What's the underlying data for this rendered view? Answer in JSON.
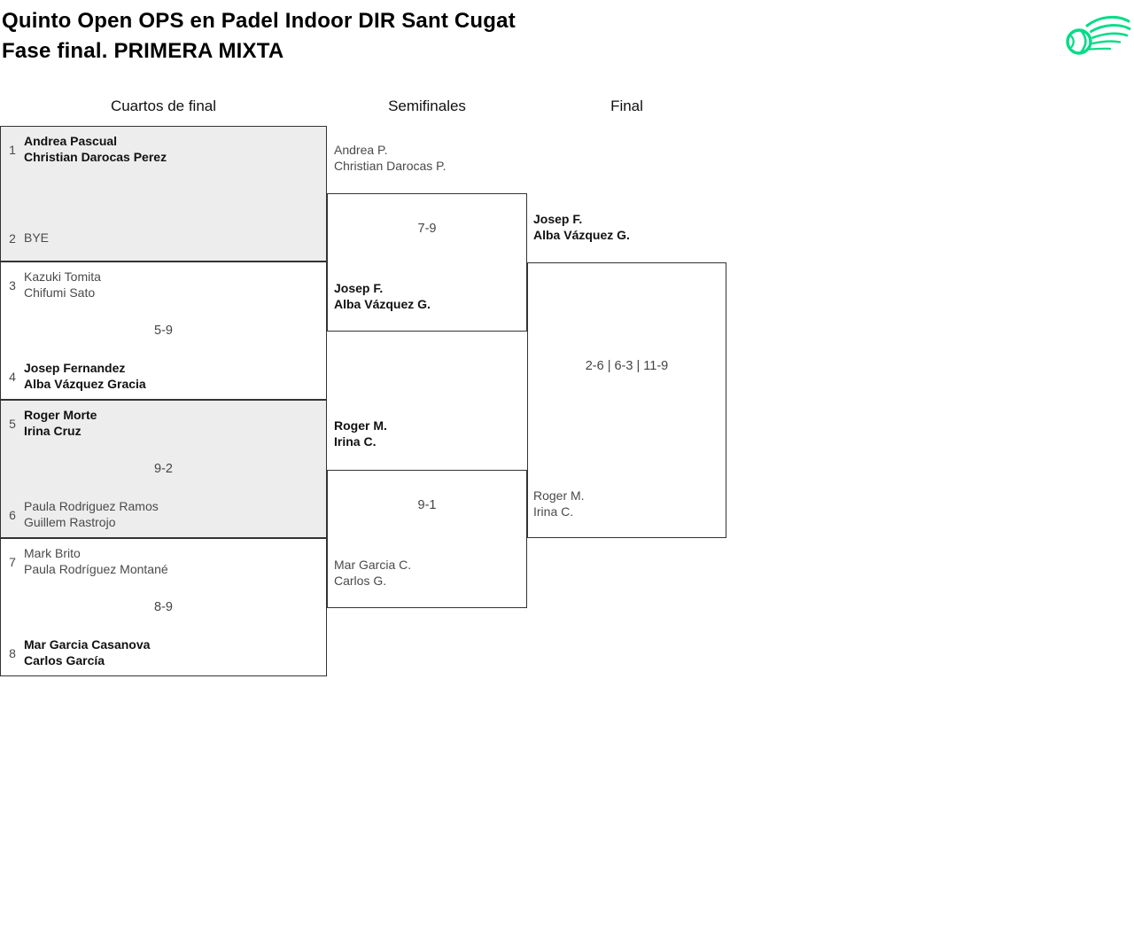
{
  "header": {
    "title_line1": "Quinto Open OPS en Padel Indoor DIR Sant Cugat",
    "title_line2": "Fase final. PRIMERA MIXTA"
  },
  "logo": {
    "icon": "ball-swoosh-logo",
    "color": "#00DC87"
  },
  "rounds": {
    "quarterfinals": "Cuartos de final",
    "semifinals": "Semifinales",
    "final": "Final"
  },
  "quarterfinals": [
    {
      "top": {
        "seed": "1",
        "players": [
          "Andrea Pascual",
          "Christian Darocas Perez"
        ],
        "winner": true
      },
      "score": "",
      "bottom": {
        "seed": "2",
        "players": [
          "BYE"
        ],
        "winner": false
      }
    },
    {
      "top": {
        "seed": "3",
        "players": [
          "Kazuki Tomita",
          "Chifumi Sato"
        ],
        "winner": false
      },
      "score": "5-9",
      "bottom": {
        "seed": "4",
        "players": [
          "Josep Fernandez",
          "Alba Vázquez Gracia"
        ],
        "winner": true
      }
    },
    {
      "top": {
        "seed": "5",
        "players": [
          "Roger Morte",
          "Irina Cruz"
        ],
        "winner": true
      },
      "score": "9-2",
      "bottom": {
        "seed": "6",
        "players": [
          "Paula Rodriguez Ramos",
          "Guillem Rastrojo"
        ],
        "winner": false
      }
    },
    {
      "top": {
        "seed": "7",
        "players": [
          "Mark Brito",
          "Paula Rodríguez Montané"
        ],
        "winner": false
      },
      "score": "8-9",
      "bottom": {
        "seed": "8",
        "players": [
          "Mar Garcia Casanova",
          "Carlos García"
        ],
        "winner": true
      }
    }
  ],
  "semifinals": [
    {
      "top": {
        "players": [
          "Andrea P.",
          "Christian Darocas P."
        ],
        "winner": false
      },
      "score": "7-9",
      "bottom": {
        "players": [
          "Josep F.",
          "Alba Vázquez G."
        ],
        "winner": true
      }
    },
    {
      "top": {
        "players": [
          "Roger M.",
          "Irina C."
        ],
        "winner": true
      },
      "score": "9-1",
      "bottom": {
        "players": [
          "Mar Garcia C.",
          "Carlos G."
        ],
        "winner": false
      }
    }
  ],
  "final": {
    "top": {
      "players": [
        "Josep F.",
        "Alba Vázquez G."
      ],
      "winner": true
    },
    "score": "2-6 | 6-3 | 11-9",
    "bottom": {
      "players": [
        "Roger M.",
        "Irina C."
      ],
      "winner": false
    }
  },
  "colors": {
    "shaded_block": "#ededed",
    "border": "#333333",
    "winner_text": "#111111",
    "regular_text": "#4a4a4a",
    "logo_green": "#00DC87"
  }
}
